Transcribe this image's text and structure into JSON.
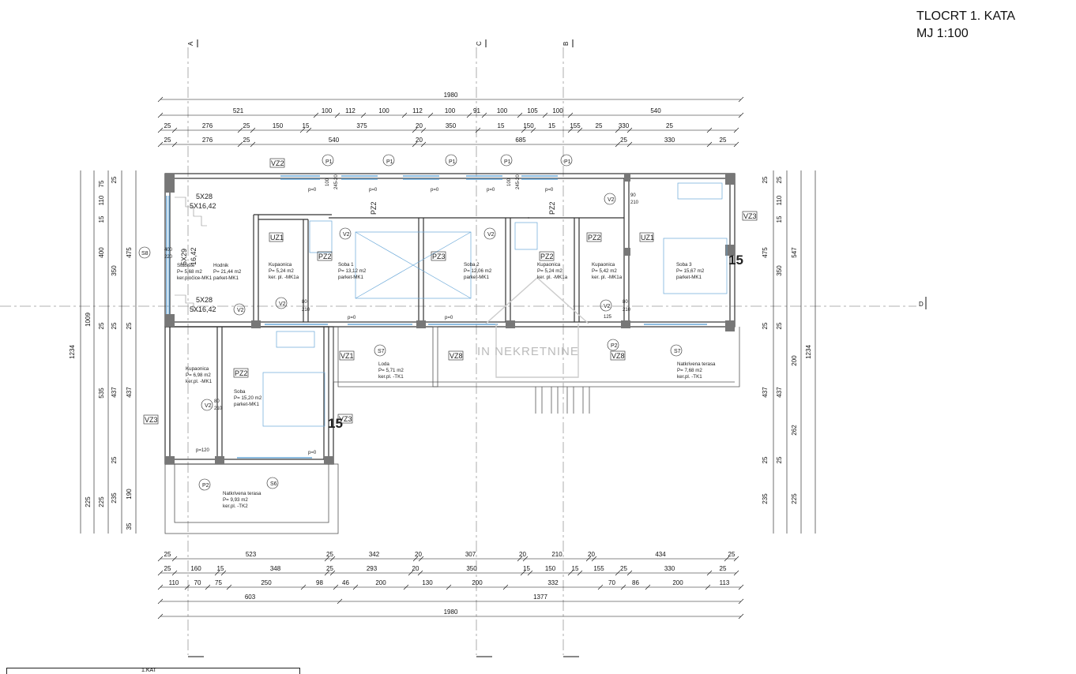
{
  "title": {
    "line1": "TLOCRT 1. KATA",
    "line2": "MJ 1:100"
  },
  "watermark": "IN NEKRETNINE",
  "bottom_label": "1.KAT",
  "sections": {
    "a": "A",
    "c": "C",
    "b": "B",
    "d": "D"
  },
  "dims_top": {
    "r1": [
      "1980"
    ],
    "r2": [
      "521",
      "100",
      "112",
      "100",
      "112",
      "100",
      "91",
      "100",
      "105",
      "100",
      "540"
    ],
    "r3": [
      "25",
      "276",
      "25",
      "150",
      "15",
      "375",
      "20",
      "350",
      "15",
      "150",
      "15",
      "155",
      "25",
      "330",
      "25"
    ],
    "r4": [
      "25",
      "276",
      "25",
      "540",
      "20",
      "685",
      "25",
      "330",
      "25"
    ]
  },
  "dims_bottom": {
    "r1": [
      "25",
      "523",
      "25",
      "342",
      "20",
      "307",
      "20",
      "210",
      "20",
      "434",
      "25"
    ],
    "r2": [
      "25",
      "160",
      "15",
      "348",
      "25",
      "293",
      "20",
      "350",
      "15",
      "150",
      "15",
      "155",
      "25",
      "330",
      "25"
    ],
    "r3": [
      "110",
      "70",
      "75",
      "250",
      "98",
      "46",
      "200",
      "130",
      "200",
      "332",
      "70",
      "86",
      "200",
      "113"
    ],
    "r4": [
      "603",
      "1377"
    ],
    "r5": [
      "1980"
    ]
  },
  "dims_left": [
    "1234",
    "1009",
    "225",
    "75",
    "15",
    "110",
    "25",
    "400",
    "350",
    "25",
    "535",
    "437",
    "25",
    "225",
    "235",
    "190",
    "35",
    "25",
    "475",
    "25",
    "437"
  ],
  "dims_right": [
    "25",
    "25",
    "110",
    "15",
    "475",
    "547",
    "350",
    "25",
    "25",
    "1234",
    "200",
    "437",
    "437",
    "262",
    "25",
    "25",
    "235",
    "225"
  ],
  "tags": {
    "vz2": "VZ2",
    "vz1": "VZ1",
    "vz3": "VZ3",
    "vz8": "VZ8",
    "uz1": "UZ1",
    "pz2": "PZ2",
    "pz3": "PZ3",
    "p1": "P1",
    "p2": "P2",
    "v2": "V2",
    "s7": "S7",
    "s6": "S6",
    "s8": "S8",
    "num15": "15"
  },
  "rooms": [
    {
      "name": "Hodnik",
      "area": "P= 21,44 m2",
      "floor": "parket-MK1"
    },
    {
      "name": "Stubište",
      "area": "P= 5,68 m2",
      "floor": "ker.pločice-MK1"
    },
    {
      "name": "Kupaonica",
      "area": "P= 5,24  m2",
      "floor": "ker. pl. -MK1a"
    },
    {
      "name": "Soba 1",
      "area": "P= 13,12 m2",
      "floor": "parket-MK1"
    },
    {
      "name": "Soba 2",
      "area": "P= 12,06 m2",
      "floor": "parket-MK1"
    },
    {
      "name": "Kupaonica",
      "area": "P= 5,24  m2",
      "floor": "ker. pl. -MK1a"
    },
    {
      "name": "Kupaonica",
      "area": "P= 5,42  m2",
      "floor": "ker. pl. -MK1a"
    },
    {
      "name": "Soba 3",
      "area": "P= 15,67 m2",
      "floor": "parket-MK1"
    },
    {
      "name": "Loda",
      "area": "P= 5,71  m2",
      "floor": "ker.pl. -TK1"
    },
    {
      "name": "Natkrivena terasa",
      "area": "P= 7,68  m2",
      "floor": "ker.pl. -TK1"
    },
    {
      "name": "Kupaonica",
      "area": "P= 6,98  m2",
      "floor": "ker.pl. -MK1"
    },
    {
      "name": "Soba",
      "area": "P= 15,20  m2",
      "floor": "parket-MK1"
    },
    {
      "name": "Natkrivena terasa",
      "area": "P= 9,93  m2",
      "floor": "ker.pl. -TK2"
    }
  ],
  "stair": {
    "l1": "5X28",
    "l2": "5X16,42",
    "l3": "5X28",
    "l4": "5X16,42",
    "l5": "5X29",
    "l6": "16,42"
  },
  "notes": {
    "p0": "p=0",
    "p120": "p=120",
    "p125": "125",
    "w1": "400",
    "w2": "220",
    "d1": "80",
    "d2": "210",
    "d3": "90",
    "d4": "210",
    "h1": "100",
    "h2": "245-20"
  }
}
